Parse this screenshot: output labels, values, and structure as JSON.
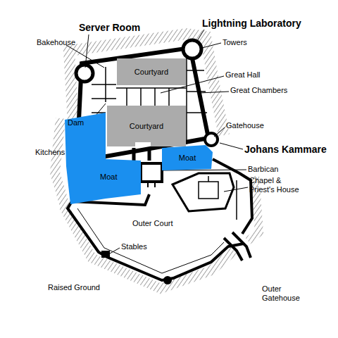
{
  "diagram": {
    "nodes": [
      {
        "text": [
          "Courtyard"
        ]
      },
      {
        "text": [
          "Courtyard"
        ]
      },
      {
        "text": [
          "Dam",
          "Moat"
        ]
      },
      {
        "text": [
          "Moat"
        ]
      }
    ],
    "labels": [
      "Server Room",
      "Lightning Laboratory",
      "Bakehouse",
      "Towers",
      "Great Hall",
      "Great Chambers",
      "Gatehouse",
      "Johans Kammare",
      "Kitchens",
      "Barbican",
      "Chapel & Priest's House",
      "Outer Court",
      "Stables",
      "Raised Ground",
      "Outer Gatehouse"
    ]
  }
}
